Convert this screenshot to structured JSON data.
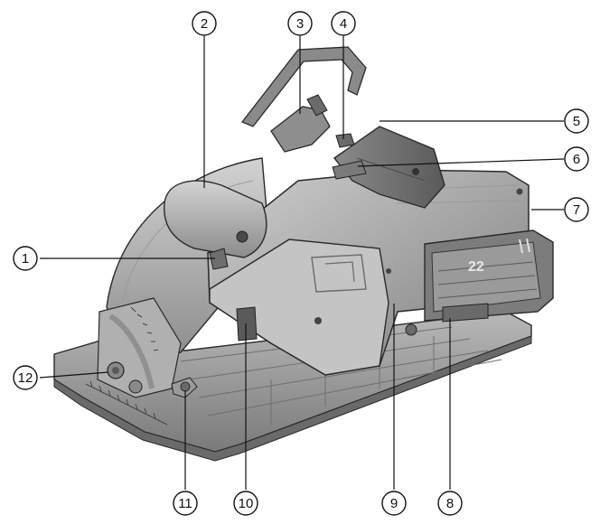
{
  "figure": {
    "device": "circular-saw",
    "blade_guard_mark": "22",
    "callouts": [
      {
        "id": "1",
        "label": "①"
      },
      {
        "id": "2",
        "label": "②"
      },
      {
        "id": "3",
        "label": "③"
      },
      {
        "id": "4",
        "label": "④"
      },
      {
        "id": "5",
        "label": "⑤"
      },
      {
        "id": "6",
        "label": "⑥"
      },
      {
        "id": "7",
        "label": "⑦"
      },
      {
        "id": "8",
        "label": "⑧"
      },
      {
        "id": "9",
        "label": "⑨"
      },
      {
        "id": "10",
        "label": "⑩"
      },
      {
        "id": "11",
        "label": "⑪"
      },
      {
        "id": "12",
        "label": "⑫"
      }
    ]
  },
  "colors": {
    "body_light": "#c9c9c9",
    "body_mid": "#9a9a9a",
    "body_dark": "#5e5e5e",
    "outline": "#2a2a2a",
    "leader": "#111111"
  }
}
